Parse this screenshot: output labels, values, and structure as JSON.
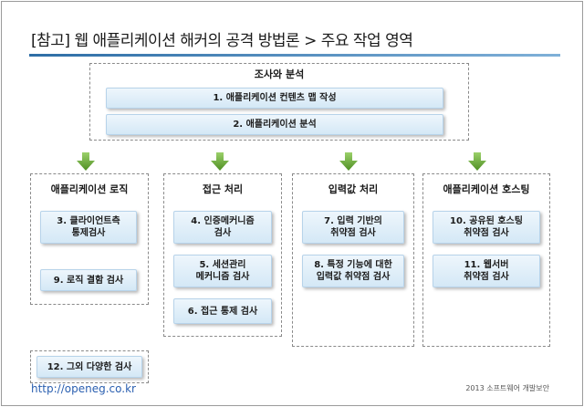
{
  "title": "[참고] 웹 애플리케이션 해커의 공격 방법론 > 주요 작업 영역",
  "top_group": {
    "title": "조사와 분석",
    "items": [
      "1. 애플리케이션 컨텐츠 맵 작성",
      "2. 애플리케이션 분석"
    ]
  },
  "groups": [
    {
      "title": "애플리케이션 로직",
      "items": [
        "3. 클라이언트측\n통제검사",
        "9. 로직 결함 검사"
      ]
    },
    {
      "title": "접근 처리",
      "items": [
        "4. 인증메커니즘\n검사",
        "5. 세션관리\n메커니즘 검사",
        "6. 접근 통제 검사"
      ]
    },
    {
      "title": "입력값 처리",
      "items": [
        "7. 입력 기반의\n취약점 검사",
        "8. 특정 기능에 대한\n입력값 취약점 검사"
      ]
    },
    {
      "title": "애플리케이션  호스팅",
      "items": [
        "10. 공유된 호스팅\n취약점 검사",
        "11. 웹서버\n취약점 검사"
      ]
    }
  ],
  "misc": "12. 그외 다양한 검사",
  "footer": {
    "link": "http://openeg.co.kr",
    "credit": "2013 소프트웨어 개발보안"
  },
  "colors": {
    "accent": "#2e6ea6",
    "box": "#d4e8f6",
    "arrow": "#6fae3c"
  }
}
